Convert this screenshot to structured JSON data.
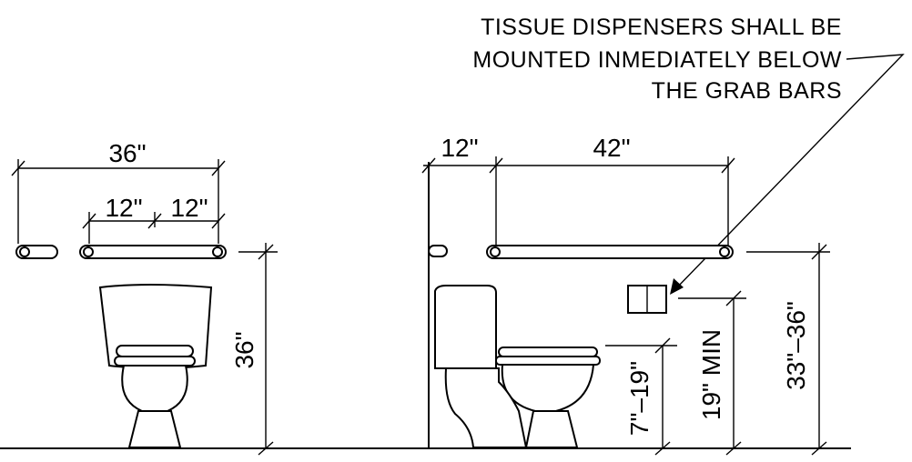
{
  "note": {
    "line1": "TISSUE DISPENSERS SHALL BE",
    "line2": "MOUNTED INMEDIATELY BELOW",
    "line3": "THE GRAB BARS"
  },
  "front_view": {
    "overall_width": "36\"",
    "grab_left": "12\"",
    "grab_right": "12\"",
    "grab_height": "36\""
  },
  "side_view": {
    "wall_offset": "12\"",
    "grab_length": "42\"",
    "seat_height": "7\"–19\"",
    "dispenser_height": "19\" MIN",
    "grab_height_range": "33\"–36\""
  }
}
